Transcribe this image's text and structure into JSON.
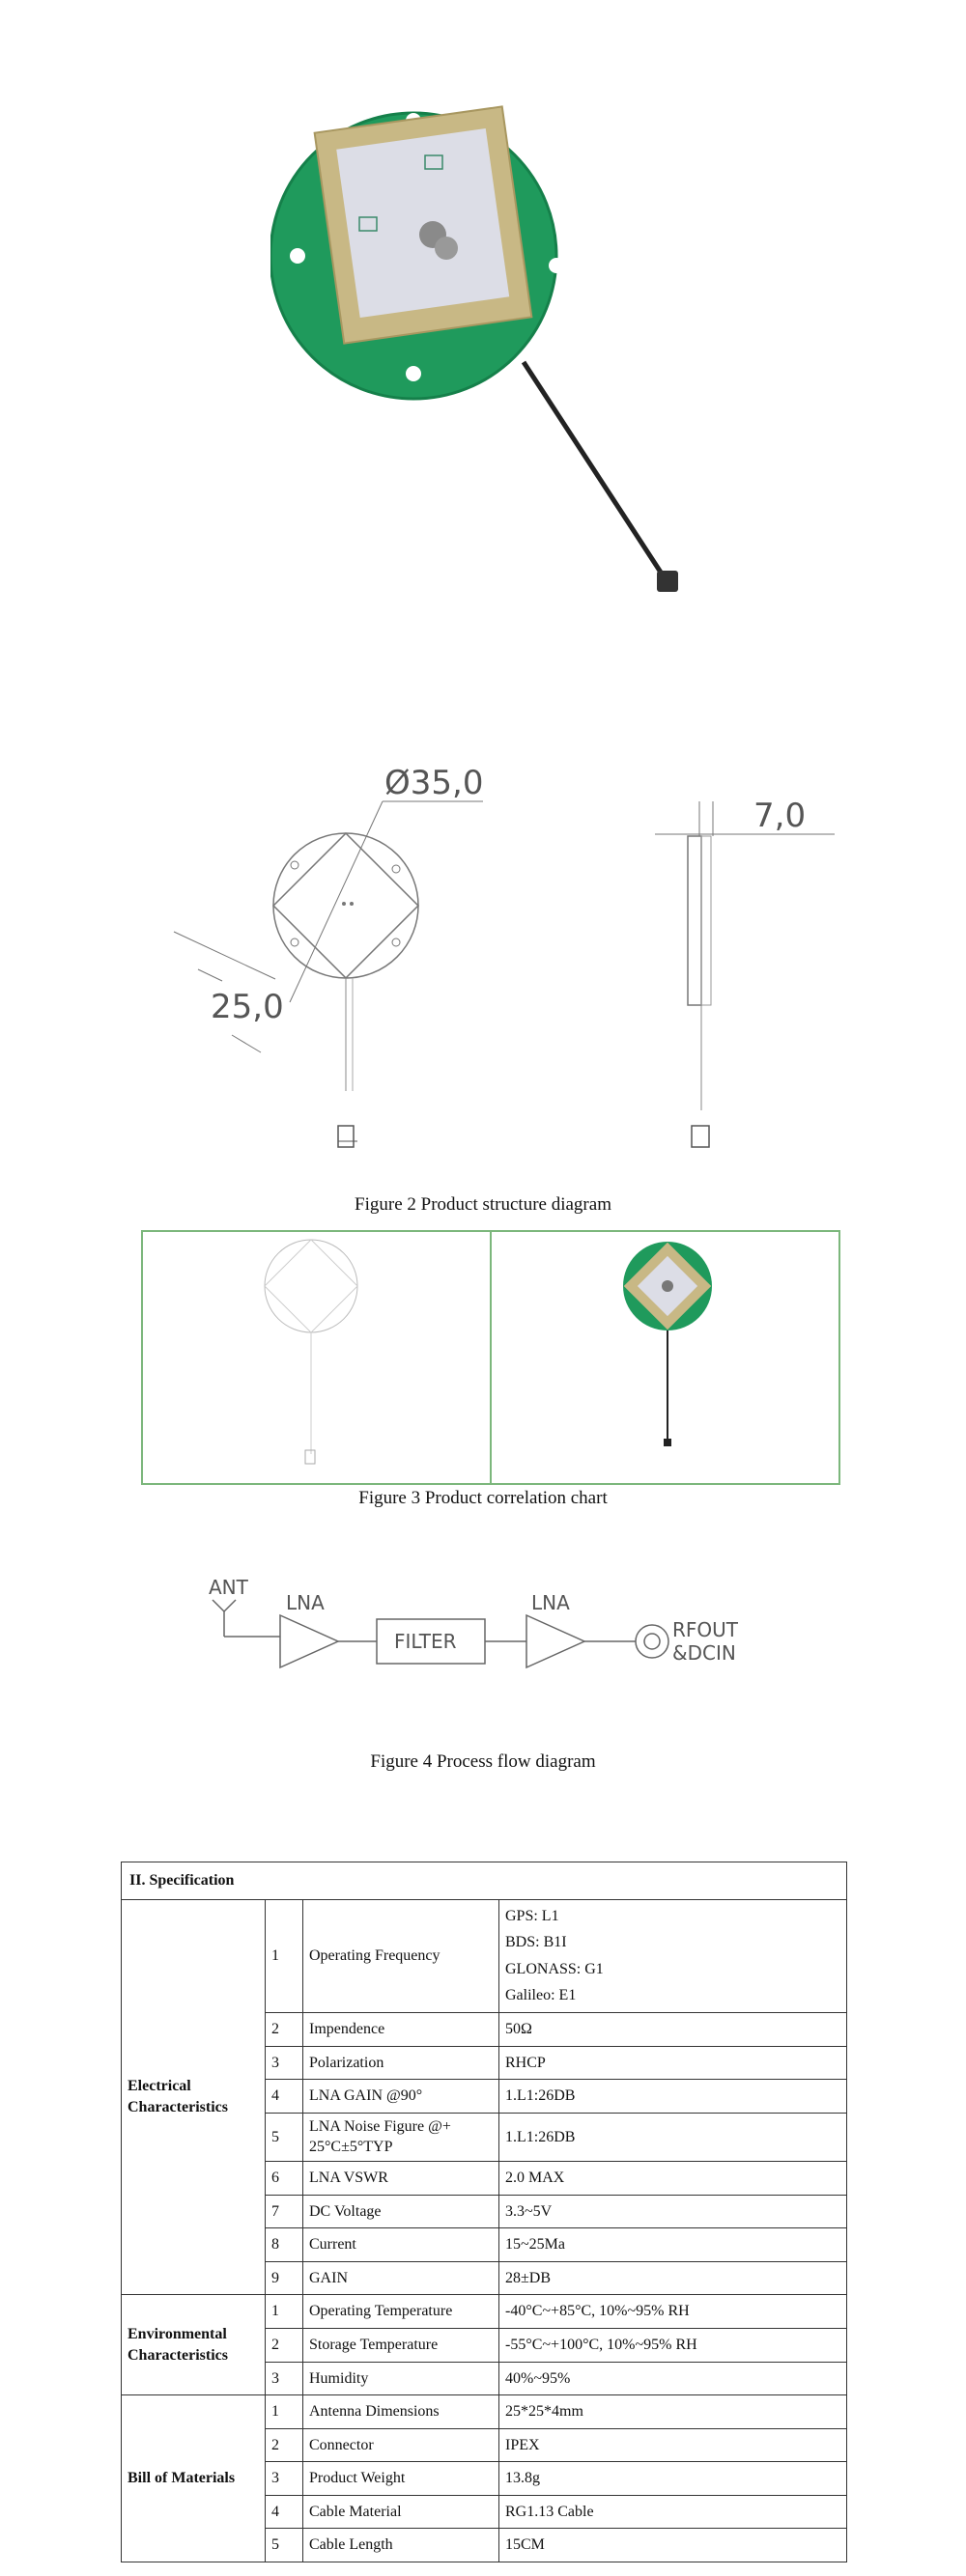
{
  "figure2": {
    "caption": "Figure 2 Product structure diagram",
    "dim_diameter": "Ø35,0",
    "dim_side": "25,0",
    "dim_height": "7,0"
  },
  "figure3": {
    "caption": "Figure 3 Product correlation chart"
  },
  "figure4": {
    "caption": "Figure 4 Process flow diagram",
    "ant": "ANT",
    "lna1": "LNA",
    "filter": "FILTER",
    "lna2": "LNA",
    "rfout": "RFOUT",
    "dcin": "&DCIN"
  },
  "spec": {
    "title": "II. Specification",
    "groups": [
      {
        "name": "Electrical Characteristics",
        "rows": [
          {
            "no": "1",
            "param": "Operating Frequency",
            "values": [
              "GPS: L1",
              "BDS: B1I",
              "GLONASS: G1",
              "Galileo: E1"
            ]
          },
          {
            "no": "2",
            "param": "Impendence",
            "values": [
              "50Ω"
            ]
          },
          {
            "no": "3",
            "param": "Polarization",
            "values": [
              "RHCP"
            ]
          },
          {
            "no": "4",
            "param": "LNA GAIN @90°",
            "values": [
              "1.L1:26DB"
            ]
          },
          {
            "no": "5",
            "param": "LNA Noise Figure @+ 25°C±5°TYP",
            "values": [
              "1.L1:26DB"
            ]
          },
          {
            "no": "6",
            "param": "LNA VSWR",
            "values": [
              "2.0 MAX"
            ]
          },
          {
            "no": "7",
            "param": "DC Voltage",
            "values": [
              "3.3~5V"
            ]
          },
          {
            "no": "8",
            "param": "Current",
            "values": [
              "15~25Ma"
            ]
          },
          {
            "no": "9",
            "param": "GAIN",
            "values": [
              "28±DB"
            ]
          }
        ]
      },
      {
        "name": "Environmental Characteristics",
        "rows": [
          {
            "no": "1",
            "param": "Operating Temperature",
            "values": [
              "-40°C~+85°C, 10%~95% RH"
            ]
          },
          {
            "no": "2",
            "param": "Storage Temperature",
            "values": [
              "-55°C~+100°C, 10%~95% RH"
            ]
          },
          {
            "no": "3",
            "param": "Humidity",
            "values": [
              "40%~95%"
            ]
          }
        ]
      },
      {
        "name": "Bill of Materials",
        "rows": [
          {
            "no": "1",
            "param": "Antenna Dimensions",
            "values": [
              "25*25*4mm"
            ]
          },
          {
            "no": "2",
            "param": "Connector",
            "values": [
              "IPEX"
            ]
          },
          {
            "no": "3",
            "param": "Product Weight",
            "values": [
              "13.8g"
            ]
          },
          {
            "no": "4",
            "param": "Cable Material",
            "values": [
              "RG1.13 Cable"
            ]
          },
          {
            "no": "5",
            "param": "Cable Length",
            "values": [
              "15CM"
            ]
          }
        ]
      }
    ]
  }
}
